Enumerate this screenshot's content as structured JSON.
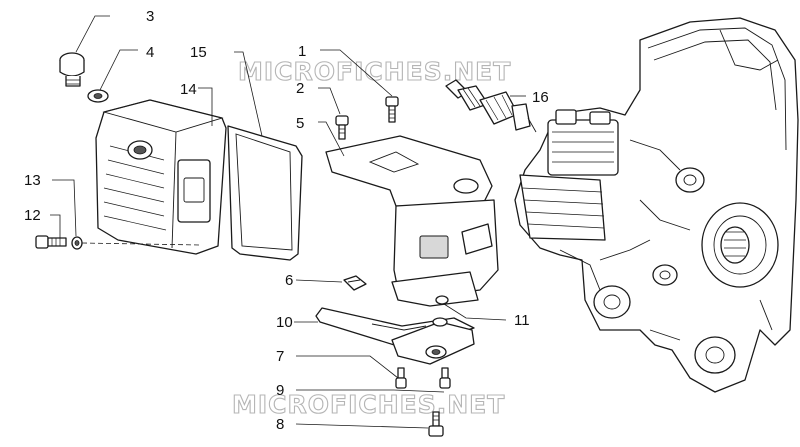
{
  "watermark": {
    "top": "MICROFICHES.NET",
    "bottom": "MICROFICHES.NET"
  },
  "callouts": {
    "p1": "1",
    "p2": "2",
    "p3": "3",
    "p4": "4",
    "p5": "5",
    "p6": "6",
    "p7": "7",
    "p8": "8",
    "p9": "9",
    "p10": "10",
    "p11": "11",
    "p12": "12",
    "p13": "13",
    "p14": "14",
    "p15": "15",
    "p16": "16"
  }
}
